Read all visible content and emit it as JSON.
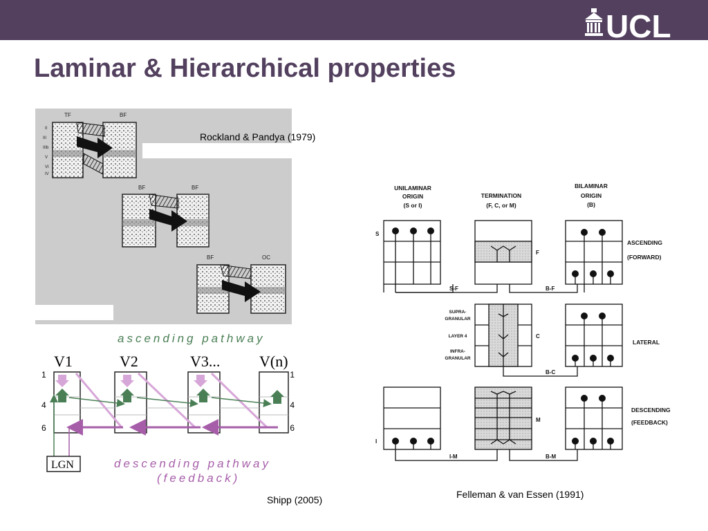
{
  "slide": {
    "title": "Laminar & Hierarchical properties",
    "logo_text": "UCL",
    "colors": {
      "bar": "#52405e",
      "ascending": "#4a7f55",
      "descending": "#a65ea9",
      "light_pink": "#d7a6d8"
    }
  },
  "captions": {
    "rockland": "Rockland & Pandya (1979)",
    "shipp": "Shipp (2005)",
    "felleman": "Felleman & van Essen (1991)"
  },
  "rockland_figure": {
    "area_labels": [
      "TF",
      "BF",
      "BF",
      "BF",
      "BF",
      "OC"
    ],
    "layer_labels": [
      "II",
      "III",
      "IIIb",
      "V",
      "VI",
      "IV"
    ]
  },
  "shipp_figure": {
    "ascending_label": "ascending pathway",
    "descending_label": "descending pathway",
    "feedback_label": "(feedback)",
    "areas": [
      "V1",
      "V2",
      "V3...",
      "V(n)"
    ],
    "layers": [
      "1",
      "4",
      "6"
    ],
    "lgn": "LGN"
  },
  "felleman_figure": {
    "col_unilaminar": [
      "UNILAMINAR",
      "ORIGIN",
      "(S or I)"
    ],
    "col_termination": [
      "TERMINATION",
      "(F, C, or M)"
    ],
    "col_bilaminar": [
      "BILAMINAR",
      "ORIGIN",
      "(B)"
    ],
    "row_s": "S",
    "row_i": "I",
    "term_f": "F",
    "term_c": "C",
    "term_m": "M",
    "conn_sf": "S-F",
    "conn_bf": "B-F",
    "conn_bc": "B-C",
    "conn_im": "I-M",
    "conn_bm": "B-M",
    "layer_supra": [
      "SUPRA-",
      "GRANULAR"
    ],
    "layer_4": "LAYER 4",
    "layer_infra": [
      "INFRA-",
      "GRANULAR"
    ],
    "ascending": [
      "ASCENDING",
      "(FORWARD)"
    ],
    "lateral": "LATERAL",
    "descending": [
      "DESCENDING",
      "(FEEDBACK)"
    ]
  }
}
